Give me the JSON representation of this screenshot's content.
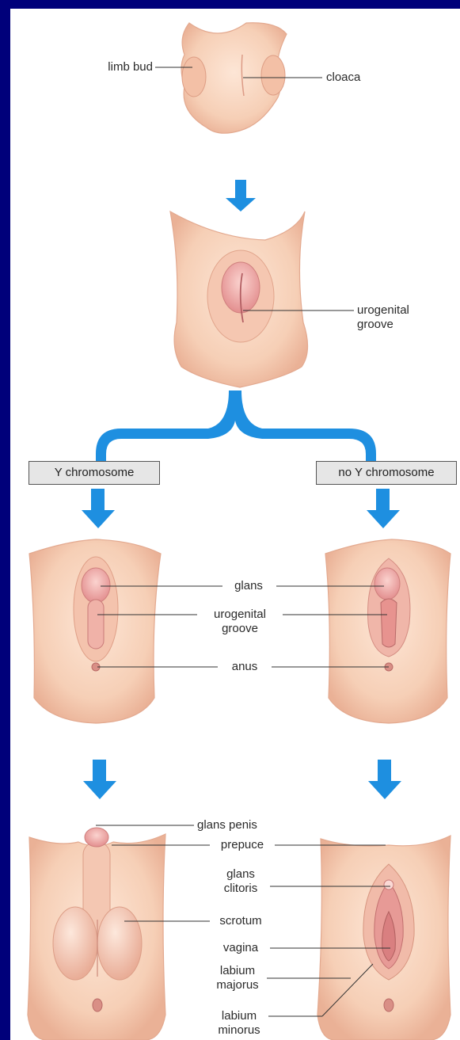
{
  "labels": {
    "stage1": {
      "limb_bud": "limb bud",
      "cloaca": "cloaca"
    },
    "stage2": {
      "urogenital_groove_line1": "urogenital",
      "urogenital_groove_line2": "groove"
    },
    "branches": {
      "male": "Y chromosome",
      "female": "no Y chromosome"
    },
    "stage3": {
      "glans": "glans",
      "urogenital_groove_line1": "urogenital",
      "urogenital_groove_line2": "groove",
      "anus": "anus"
    },
    "stage4_male": {
      "glans_penis": "glans penis",
      "prepuce": "prepuce",
      "scrotum": "scrotum"
    },
    "stage4_female": {
      "glans_clitoris_line1": "glans",
      "glans_clitoris_line2": "clitoris",
      "vagina": "vagina",
      "labium_majorus_line1": "labium",
      "labium_majorus_line2": "majorus",
      "labium_minorus_line1": "labium",
      "labium_minorus_line2": "minorus"
    }
  },
  "colors": {
    "border": "#00007a",
    "arrow": "#1e8fe0",
    "skin": "#f8d6c0",
    "skin_shadow": "#eab196",
    "tissue": "#e89a98",
    "line": "#333333"
  }
}
